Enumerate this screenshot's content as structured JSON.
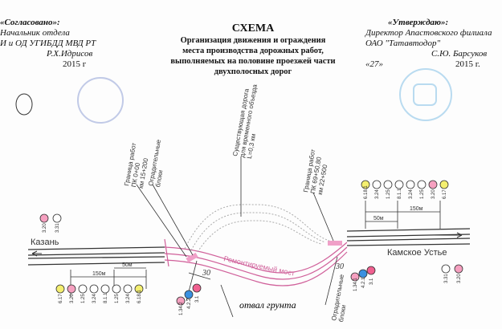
{
  "left_header": {
    "title": "«Согласовано»:",
    "line1": "Начальник отдела",
    "line2": "И и ОД УГИБДД МВД РТ",
    "name": "Р.Х.Идрисов",
    "date": "2015 г"
  },
  "center_header": {
    "title": "СХЕМА",
    "line1": "Организация движения и ограждения",
    "line2": "места производства дорожных работ,",
    "line3": "выполняемых на половине проезжей части",
    "line4": "двухполосных дорог"
  },
  "right_header": {
    "title": "«Утверждаю»:",
    "line1": "Директор Апастовского филиала",
    "line2": "ОАО \"Татавтодор\"",
    "name": "С.Ю. Барсуков",
    "day": "«27»",
    "date": "2015 г."
  },
  "diagram": {
    "city_left": "Казань",
    "city_right": "Камское Устье",
    "bridge": "Ремонтируемый мост",
    "spoil": "отвал грунта",
    "border_left": [
      "Граница работ",
      "ПК 0+00",
      "км 15+200"
    ],
    "blocks": [
      "Оградительные",
      "блоки"
    ],
    "detour": [
      "Существующая дорога",
      "для временного объезда",
      "L=0,3 км"
    ],
    "border_right": [
      "Граница работ",
      "ПК 69+50,80",
      "км 22+500"
    ],
    "dist_150": "150м",
    "dist_50": "50м",
    "dist_30": "30",
    "signs_left_bottom": [
      "6.17",
      "3.20",
      "1.25",
      "3.24",
      "8.1.1",
      "1.25",
      "3.24",
      "6.18.1"
    ],
    "signs_left_top": [
      "3.20",
      "3.31"
    ],
    "signs_right_top": [
      "6.18.1",
      "3.24",
      "1.25",
      "8.1.1",
      "3.24",
      "1.25",
      "3.20",
      "6.17"
    ],
    "signs_right_bottom": [
      "3.31",
      "3.20"
    ],
    "signs_mid_left": [
      "1.34.2",
      "4.2.2",
      "3.1"
    ],
    "signs_mid_right": [
      "1.34.1",
      "4.2.1",
      "3.1"
    ]
  }
}
